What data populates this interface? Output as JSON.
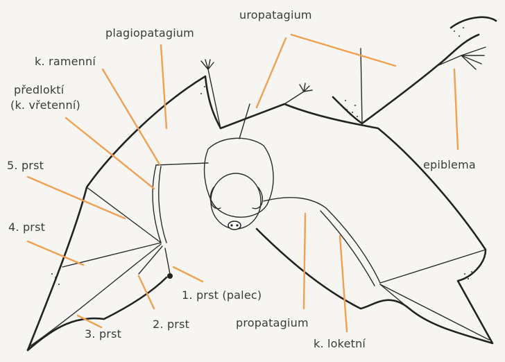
{
  "labels": {
    "plagiopatagium": "plagiopatagium",
    "uropatagium": "uropatagium",
    "k_ramenni": "k. ramenní",
    "predlokti_1": "předloktí",
    "predlokti_2": "(k. vřetenní)",
    "prst5": "5. prst",
    "prst4": "4. prst",
    "prst3": "3. prst",
    "prst2": "2. prst",
    "prst1": "1. prst (palec)",
    "propatagium": "propatagium",
    "k_loketni": "k. loketní",
    "epiblema": "epiblema"
  },
  "colors": {
    "leader": "#f0a050",
    "ink": "#222222",
    "label_text": "#3a3a3a",
    "background": "#f6f5f2"
  }
}
